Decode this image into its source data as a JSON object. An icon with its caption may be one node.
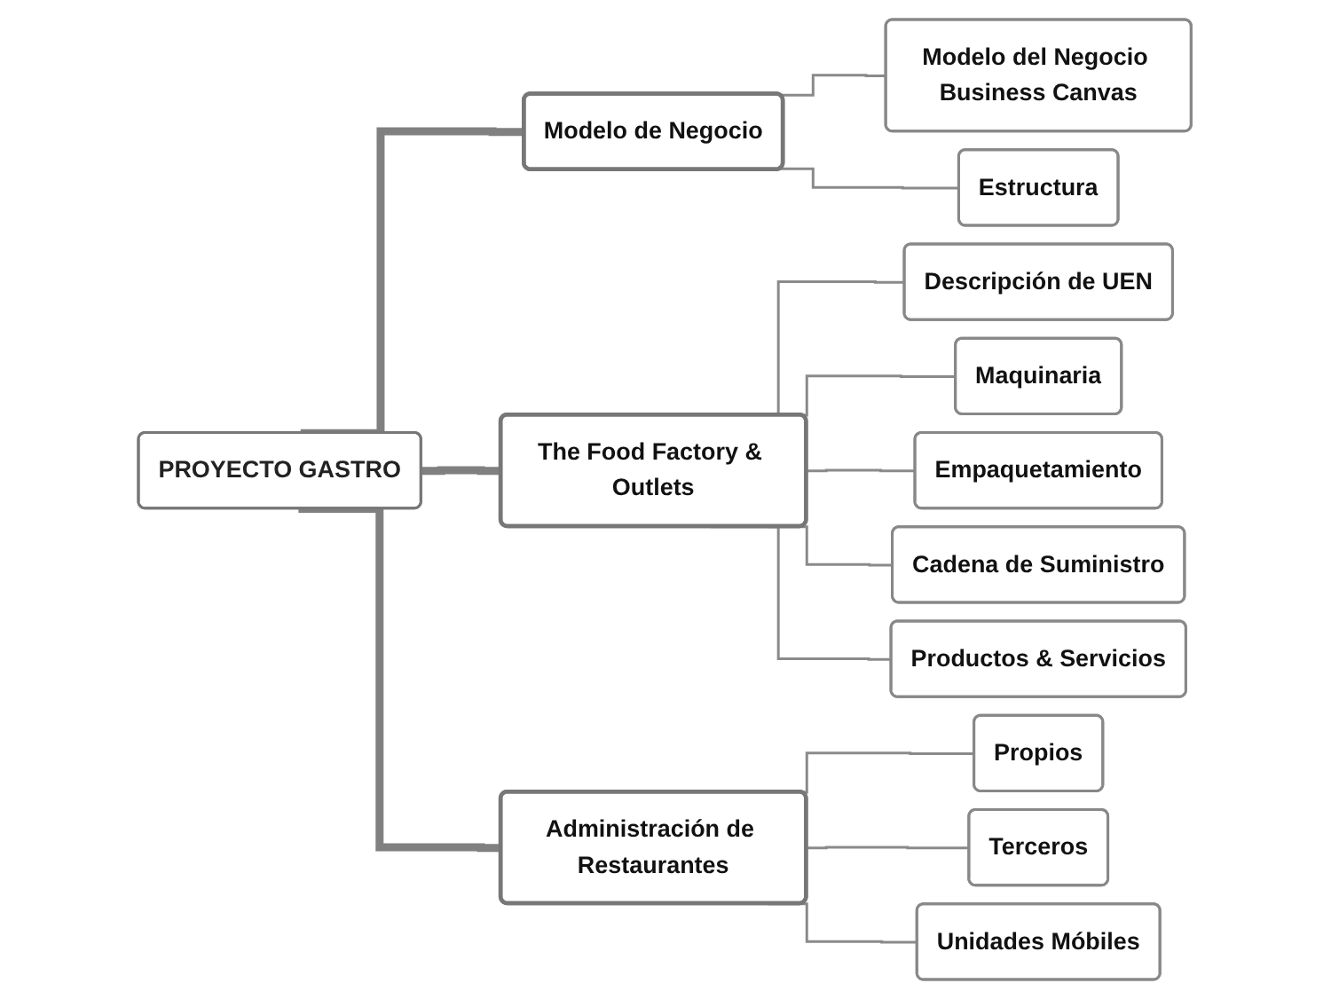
{
  "diagram": {
    "nodes": [
      {
        "text": [
          "PROYECTO GASTRO"
        ]
      },
      {
        "text": [
          "Modelo de Negocio"
        ]
      },
      {
        "text": [
          "Modelo del Negocio Business Canvas"
        ]
      },
      {
        "text": [
          "Estructura"
        ]
      },
      {
        "text": [
          "The Food Factory & Outlets"
        ]
      },
      {
        "text": [
          "Descripción de UEN"
        ]
      },
      {
        "text": [
          "Maquinaria"
        ]
      },
      {
        "text": [
          "Empaquetamiento"
        ]
      },
      {
        "text": [
          "Cadena de Suministro"
        ]
      },
      {
        "text": [
          "Productos & Servicios"
        ]
      },
      {
        "text": [
          "Administración de Restaurantes"
        ]
      },
      {
        "text": [
          "Propios"
        ]
      },
      {
        "text": [
          "Terceros"
        ]
      },
      {
        "text": [
          "Unidades Móbiles"
        ]
      }
    ],
    "edges": [
      {
        "from": 0,
        "to": 1,
        "arrow": "none",
        "style": "thick"
      },
      {
        "from": 1,
        "to": 2,
        "arrow": "none"
      },
      {
        "from": 1,
        "to": 3,
        "arrow": "none"
      },
      {
        "from": 0,
        "to": 4,
        "arrow": "none",
        "style": "thick"
      },
      {
        "from": 4,
        "to": 5,
        "arrow": "none"
      },
      {
        "from": 4,
        "to": 6,
        "arrow": "none"
      },
      {
        "from": 4,
        "to": 7,
        "arrow": "none"
      },
      {
        "from": 4,
        "to": 8,
        "arrow": "none"
      },
      {
        "from": 4,
        "to": 9,
        "arrow": "none"
      },
      {
        "from": 0,
        "to": 10,
        "arrow": "none",
        "style": "thick"
      },
      {
        "from": 10,
        "to": 11,
        "arrow": "none"
      },
      {
        "from": 10,
        "to": 12,
        "arrow": "none"
      },
      {
        "from": 10,
        "to": 13,
        "arrow": "none"
      }
    ]
  }
}
